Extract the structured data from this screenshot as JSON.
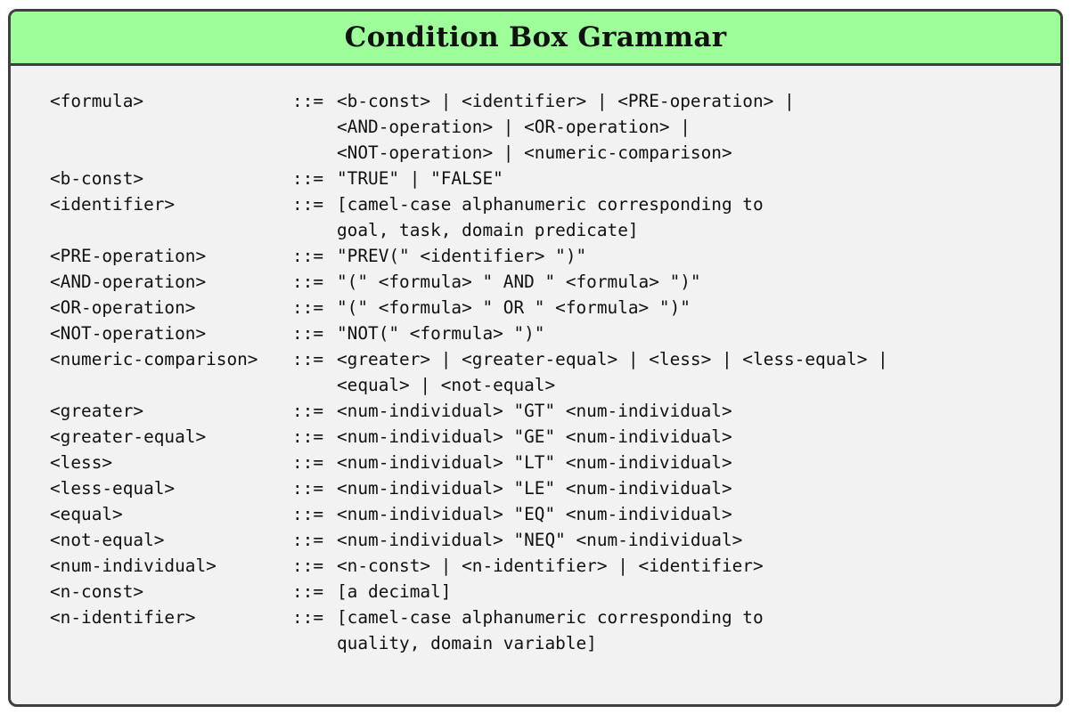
{
  "box": {
    "title": "Condition Box Grammar",
    "header_color": "#9dfe9a",
    "body_color": "#f2f2f2",
    "border_color": "#3f3f3f"
  },
  "rules": [
    {
      "lhs": "<formula>",
      "op": "::=",
      "rhs": [
        "<b-const> | <identifier> | <PRE-operation> |",
        "<AND-operation> | <OR-operation> |",
        "<NOT-operation> | <numeric-comparison>"
      ]
    },
    {
      "lhs": "<b-const>",
      "op": "::=",
      "rhs": [
        "\"TRUE\" | \"FALSE\""
      ]
    },
    {
      "lhs": "<identifier>",
      "op": "::=",
      "rhs": [
        "[camel-case alphanumeric corresponding to",
        "goal, task, domain predicate]"
      ]
    },
    {
      "lhs": "<PRE-operation>",
      "op": "::=",
      "rhs": [
        "\"PREV(\" <identifier> \")\""
      ]
    },
    {
      "lhs": "<AND-operation>",
      "op": "::=",
      "rhs": [
        "\"(\" <formula> \" AND \" <formula> \")\""
      ]
    },
    {
      "lhs": "<OR-operation>",
      "op": "::=",
      "rhs": [
        "\"(\" <formula> \" OR \" <formula> \")\""
      ]
    },
    {
      "lhs": "<NOT-operation>",
      "op": "::=",
      "rhs": [
        "\"NOT(\" <formula> \")\""
      ]
    },
    {
      "lhs": "<numeric-comparison>",
      "op": "::=",
      "rhs": [
        "<greater> | <greater-equal> | <less> | <less-equal> |",
        "<equal> | <not-equal>"
      ]
    },
    {
      "lhs": "<greater>",
      "op": "::=",
      "rhs": [
        "<num-individual> \"GT\" <num-individual>"
      ]
    },
    {
      "lhs": "<greater-equal>",
      "op": "::=",
      "rhs": [
        "<num-individual> \"GE\" <num-individual>"
      ]
    },
    {
      "lhs": "<less>",
      "op": "::=",
      "rhs": [
        "<num-individual> \"LT\" <num-individual>"
      ]
    },
    {
      "lhs": "<less-equal>",
      "op": "::=",
      "rhs": [
        "<num-individual> \"LE\" <num-individual>"
      ]
    },
    {
      "lhs": "<equal>",
      "op": "::=",
      "rhs": [
        "<num-individual> \"EQ\" <num-individual>"
      ]
    },
    {
      "lhs": "<not-equal>",
      "op": "::=",
      "rhs": [
        "<num-individual> \"NEQ\" <num-individual>"
      ]
    },
    {
      "lhs": "<num-individual>",
      "op": "::=",
      "rhs": [
        "<n-const> | <n-identifier> | <identifier>"
      ]
    },
    {
      "lhs": "<n-const>",
      "op": "::=",
      "rhs": [
        "[a decimal]"
      ]
    },
    {
      "lhs": "<n-identifier>",
      "op": "::=",
      "rhs": [
        "[camel-case alphanumeric corresponding to",
        "quality, domain variable]"
      ]
    }
  ]
}
